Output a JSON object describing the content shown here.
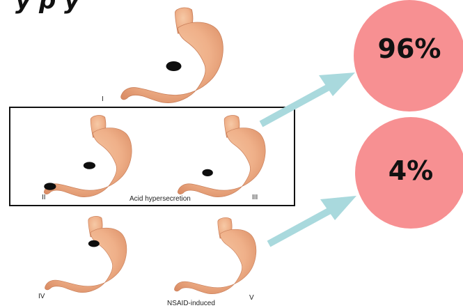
{
  "title_fragment": "y p  y",
  "stomachs": [
    {
      "id": "I",
      "roman": "I"
    },
    {
      "id": "II",
      "roman": "II"
    },
    {
      "id": "III",
      "roman": "III"
    },
    {
      "id": "IV",
      "roman": "IV"
    },
    {
      "id": "V",
      "roman": "V"
    }
  ],
  "group_caption": "Acid hypersecretion",
  "bottom_caption": "NSAID-induced",
  "percent_top": "96%",
  "percent_bottom": "4%",
  "colors": {
    "circle_fill": "#f79092",
    "arrow": "#a9d9dd",
    "stomach_fill": "#efb089",
    "ulcer": "#0e0e0e"
  }
}
